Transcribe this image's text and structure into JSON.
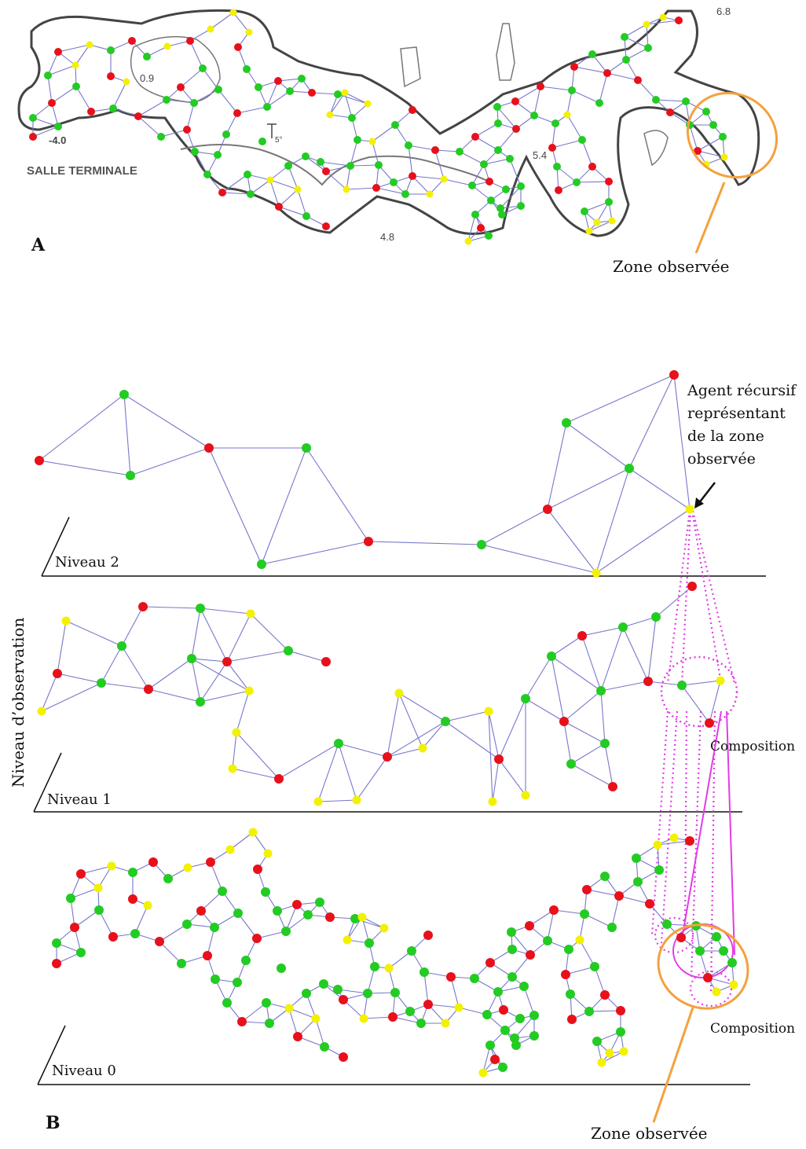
{
  "panelA": {
    "letter": "A",
    "room_label": "SALLE TERMINALE",
    "depth_labels": [
      "-4.0",
      "0.9",
      "5.4",
      "6.8",
      "4.8"
    ],
    "slope_label": "5°",
    "observed_zone_label": "Zone observée"
  },
  "panelB": {
    "letter": "B",
    "axis_label": "Niveau d’observation",
    "levels": [
      "Niveau 2",
      "Niveau 1",
      "Niveau 0"
    ],
    "agent_label_lines": [
      "Agent récursif",
      "représentant",
      "de la zone",
      "observée"
    ],
    "composition_label_1": "Composition",
    "composition_label_2": "Composition",
    "observed_zone_label": "Zone observée"
  },
  "colors": {
    "red": "#e8101a",
    "green": "#22cc22",
    "yellow": "#f2f200",
    "edge": "#7777cc",
    "magenta": "#e23ce6",
    "orange": "#f4a13c",
    "wall": "#444444"
  }
}
